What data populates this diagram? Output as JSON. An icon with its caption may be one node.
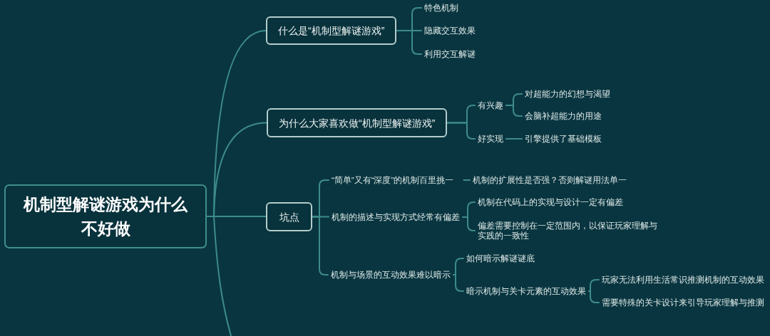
{
  "diagram": {
    "nodes": [
      {
        "text": [
          "机制型解谜游戏为什么不好做"
        ]
      },
      {
        "text": [
          "什么是“机制型解谜游戏”"
        ]
      },
      {
        "text": [
          "特色机制"
        ]
      },
      {
        "text": [
          "隐藏交互效果"
        ]
      },
      {
        "text": [
          "利用交互解谜"
        ]
      },
      {
        "text": [
          "为什么大家喜欢做“机制型解谜游戏”"
        ]
      },
      {
        "text": [
          "有兴趣"
        ]
      },
      {
        "text": [
          "对超能力的幻想与渴望"
        ]
      },
      {
        "text": [
          "会脑补超能力的用途"
        ]
      },
      {
        "text": [
          "好实现"
        ]
      },
      {
        "text": [
          "引擎提供了基础模板"
        ]
      },
      {
        "text": [
          "坑点"
        ]
      },
      {
        "text": [
          "“简单”又有“深度”的机制百里挑一"
        ]
      },
      {
        "text": [
          "机制的扩展性是否强？否则解谜用法单一"
        ]
      },
      {
        "text": [
          "机制的描述与实现方式经常有偏差"
        ]
      },
      {
        "text": [
          "机制在代码上的实现与设计一定有偏差"
        ]
      },
      {
        "text": [
          "偏差需要控制在一定范围内，以保证玩家理解与实践的一致性"
        ]
      },
      {
        "text": [
          "机制与场景的互动效果难以暗示"
        ]
      },
      {
        "text": [
          "如何暗示解谜谜底"
        ]
      },
      {
        "text": [
          "暗示机制与关卡元素的互动效果"
        ]
      },
      {
        "text": [
          "玩家无法利用生活常识推测机制的互动效果"
        ]
      },
      {
        "text": [
          "需要特殊的关卡设计来引导玩家理解与推测"
        ]
      }
    ],
    "edges": [
      {
        "from": 0,
        "to": 1,
        "arrow": "none"
      },
      {
        "from": 1,
        "to": 2,
        "arrow": "none"
      },
      {
        "from": 1,
        "to": 3,
        "arrow": "none"
      },
      {
        "from": 1,
        "to": 4,
        "arrow": "none"
      },
      {
        "from": 0,
        "to": 5,
        "arrow": "none"
      },
      {
        "from": 5,
        "to": 6,
        "arrow": "none"
      },
      {
        "from": 6,
        "to": 7,
        "arrow": "none"
      },
      {
        "from": 6,
        "to": 8,
        "arrow": "none"
      },
      {
        "from": 5,
        "to": 9,
        "arrow": "none"
      },
      {
        "from": 9,
        "to": 10,
        "arrow": "none"
      },
      {
        "from": 0,
        "to": 11,
        "arrow": "none"
      },
      {
        "from": 11,
        "to": 12,
        "arrow": "none"
      },
      {
        "from": 12,
        "to": 13,
        "arrow": "none"
      },
      {
        "from": 11,
        "to": 14,
        "arrow": "none"
      },
      {
        "from": 14,
        "to": 15,
        "arrow": "none"
      },
      {
        "from": 14,
        "to": 16,
        "arrow": "none"
      },
      {
        "from": 11,
        "to": 17,
        "arrow": "none"
      },
      {
        "from": 17,
        "to": 18,
        "arrow": "none"
      },
      {
        "from": 17,
        "to": 19,
        "arrow": "none"
      },
      {
        "from": 19,
        "to": 20,
        "arrow": "none"
      },
      {
        "from": 19,
        "to": 21,
        "arrow": "none"
      },
      {
        "from": 0,
        "to": null,
        "arrow": "none"
      }
    ]
  }
}
